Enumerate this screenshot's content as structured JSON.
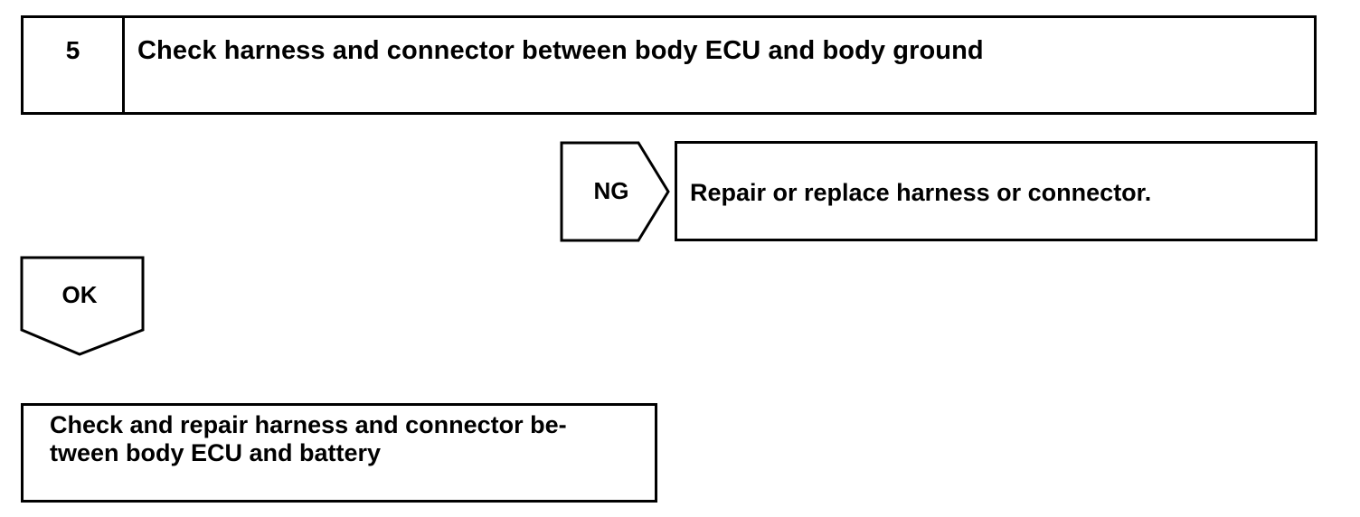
{
  "step": {
    "number": "5",
    "title": "Check harness and connector between body ECU and body ground"
  },
  "ng_branch": {
    "label": "NG",
    "action": "Repair or replace harness or connector."
  },
  "ok_branch": {
    "label": "OK"
  },
  "next_step": {
    "line1": "Check and repair harness and connector be-",
    "line2": "tween body ECU and battery"
  }
}
